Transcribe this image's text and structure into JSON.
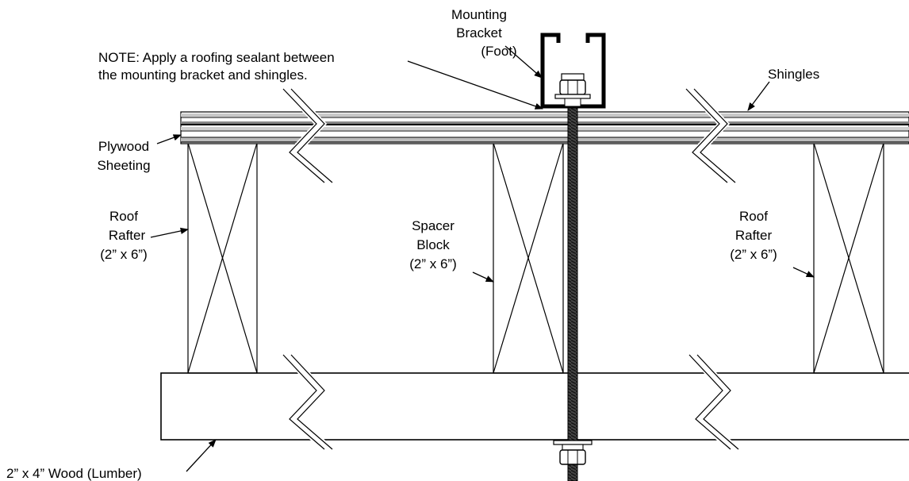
{
  "labels": {
    "mounting_bracket": [
      "Mounting",
      "Bracket",
      "(Foot)"
    ],
    "note": [
      "NOTE: Apply a roofing sealant between",
      "the mounting bracket and shingles."
    ],
    "shingles": "Shingles",
    "plywood": [
      "Plywood",
      "Sheeting"
    ],
    "roof_rafter_left": [
      "Roof",
      "Rafter",
      "(2” x 6”)"
    ],
    "spacer_block": [
      "Spacer",
      "Block",
      "(2” x 6”)"
    ],
    "roof_rafter_right": [
      "Roof",
      "Rafter",
      "(2” x 6”)"
    ],
    "lumber": "2” x 4” Wood (Lumber)"
  }
}
